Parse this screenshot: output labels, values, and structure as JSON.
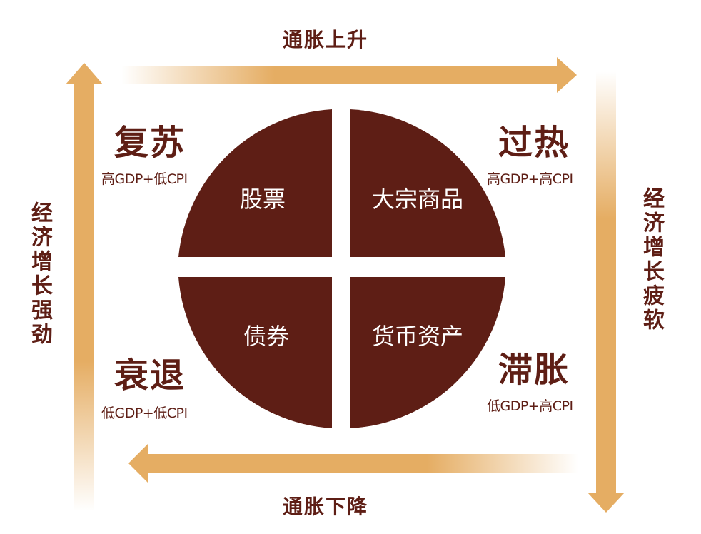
{
  "arrows": {
    "top_label": "通胀上升",
    "bottom_label": "通胀下降",
    "left_label": "经济增长强劲",
    "right_label": "经济增长疲软"
  },
  "quadrants": {
    "top_left": {
      "phase": "复苏",
      "condition": "高GDP+低CPI",
      "asset": "股票"
    },
    "top_right": {
      "phase": "过热",
      "condition": "高GDP+高CPI",
      "asset": "大宗商品"
    },
    "bottom_left": {
      "phase": "衰退",
      "condition": "低GDP+低CPI",
      "asset": "债券"
    },
    "bottom_right": {
      "phase": "滞胀",
      "condition": "低GDP+高CPI",
      "asset": "货币资产"
    }
  },
  "colors": {
    "arrow": "#e5ad63",
    "circle": "#5e1e15",
    "text": "#5e1e15"
  }
}
